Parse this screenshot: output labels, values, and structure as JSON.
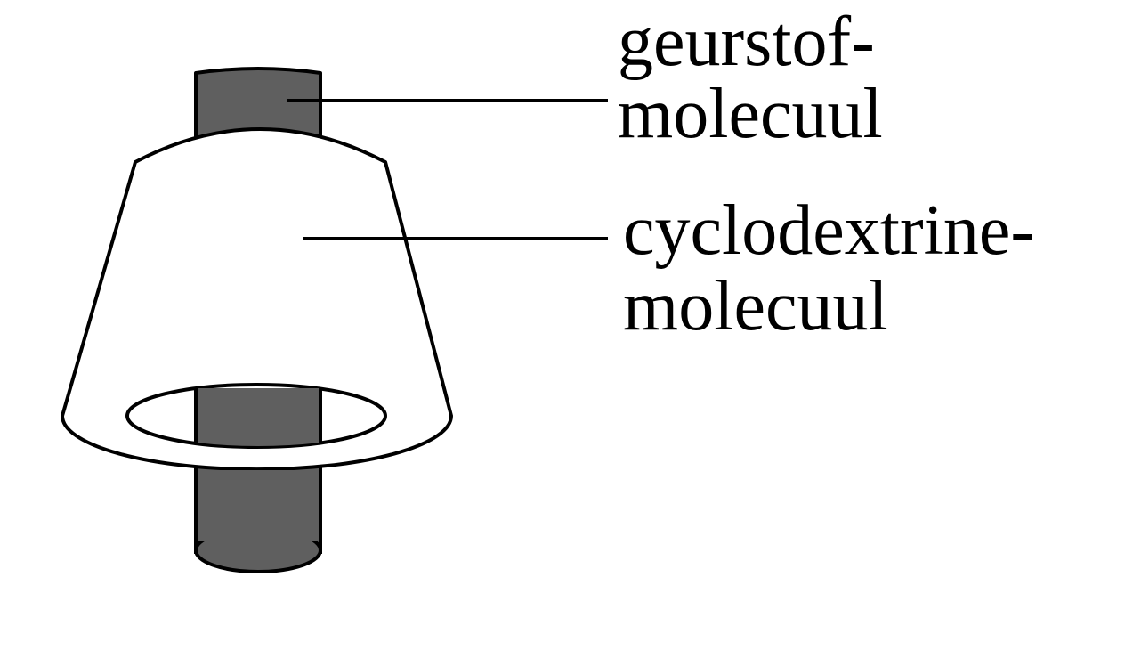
{
  "labels": {
    "fragrance": {
      "line1": "geurstof-",
      "line2": "molecuul"
    },
    "cyclodextrin": {
      "line1": "cyclodextrine-",
      "line2": "molecuul"
    }
  },
  "colors": {
    "fragrance_fill": "#5f5f5f",
    "cyclodextrin_fill": "#ffffff",
    "stroke": "#000000"
  }
}
